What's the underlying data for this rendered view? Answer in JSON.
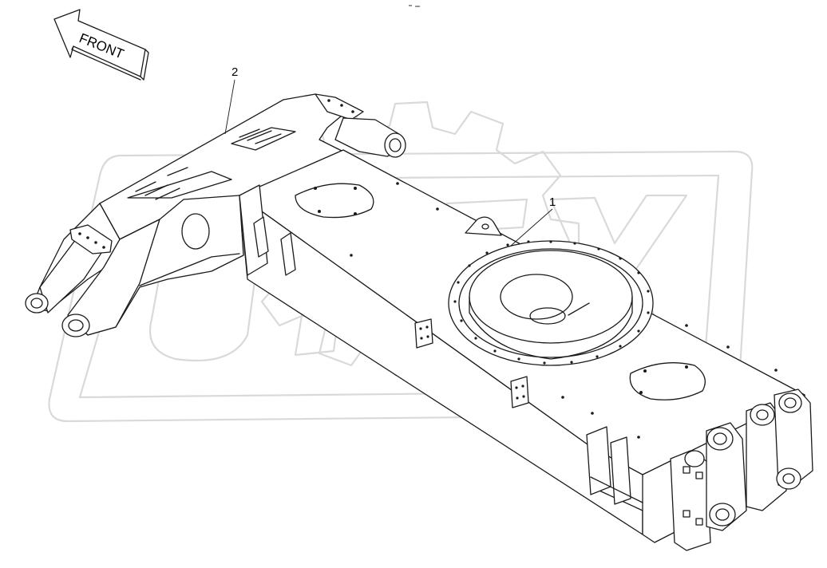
{
  "diagram": {
    "front_label": "FRONT",
    "callouts": [
      {
        "id": "1",
        "label": "1"
      },
      {
        "id": "2",
        "label": "2"
      }
    ],
    "watermark_text": "OPEX",
    "colors": {
      "line": "#1a1a1a",
      "background": "#ffffff",
      "watermark": "#d9d9d9"
    }
  }
}
